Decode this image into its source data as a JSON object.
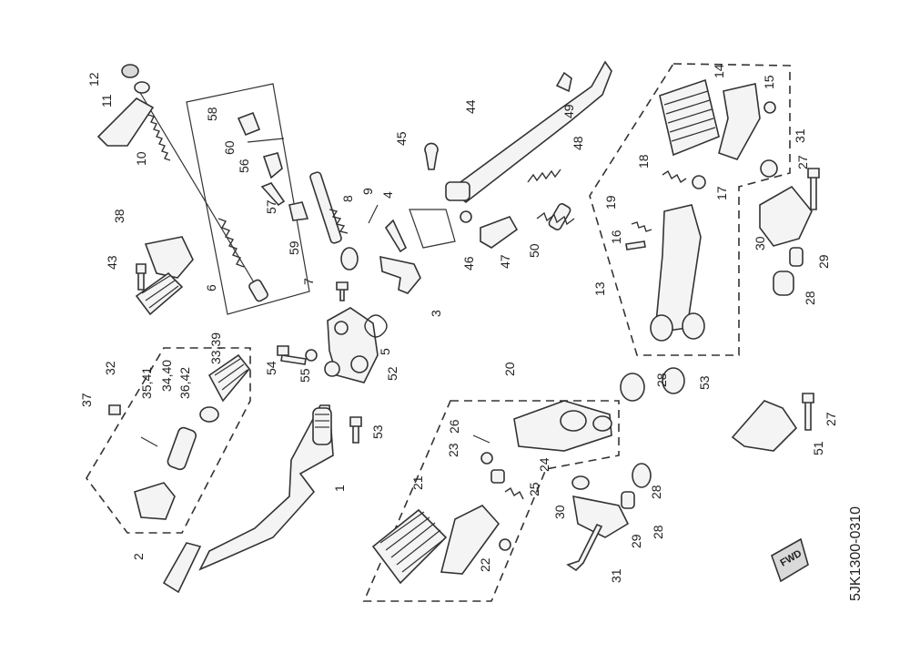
{
  "diagram_code": "5JK1300-0310",
  "logo_text": "FWD",
  "callouts": [
    "1",
    "2",
    "3",
    "4",
    "5",
    "6",
    "7",
    "8",
    "9",
    "10",
    "11",
    "12",
    "13",
    "14",
    "15",
    "16",
    "17",
    "18",
    "19",
    "20",
    "21",
    "22",
    "23",
    "24",
    "25",
    "26",
    "27",
    "28",
    "29",
    "30",
    "31",
    "32",
    "33,39",
    "34,40",
    "35,41",
    "36,42",
    "37",
    "38",
    "43",
    "44",
    "45",
    "46",
    "47",
    "48",
    "49",
    "50",
    "51",
    "52",
    "53",
    "54",
    "55",
    "56",
    "57",
    "58",
    "59",
    "60",
    "28",
    "28",
    "28",
    "29",
    "30",
    "31",
    "27",
    "53",
    "28"
  ]
}
